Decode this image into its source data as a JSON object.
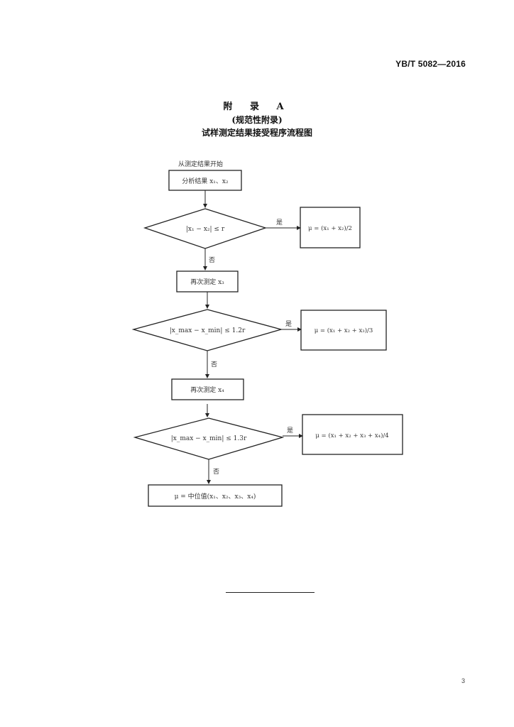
{
  "header": {
    "standard_code": "YB/T 5082—2016"
  },
  "appendix": {
    "title": "附 录 A",
    "subtitle": "(规范性附录)",
    "heading": "试样测定结果接受程序流程图"
  },
  "flowchart": {
    "start_label": "从测定结果开始",
    "step1": "分析结果 x₁、x₂",
    "decision1": "|x₁ − x₂| ≤ r",
    "yes1_label": "是",
    "result1": "μ = (x₁ + x₂)/2",
    "no1_label": "否",
    "step2": "再次测定 x₃",
    "decision2": "|x_max − x_min| ≤ 1.2r",
    "yes2_label": "是",
    "result2": "μ = (x₁ + x₂ + x₃)/3",
    "no2_label": "否",
    "step3": "再次测定 x₄",
    "decision3": "|x_max − x_min| ≤ 1.3r",
    "yes3_label": "是",
    "result3": "μ = (x₁ + x₂ + x₃ + x₄)/4",
    "no3_label": "否",
    "final": "μ = 中位值(x₁、x₂、x₃、x₄)"
  },
  "footer": {
    "page_number": "3"
  }
}
